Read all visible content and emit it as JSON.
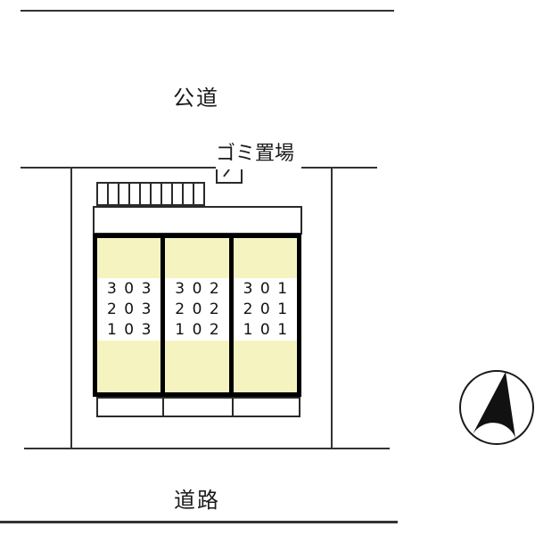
{
  "labels": {
    "public_road": "公道",
    "garbage_area": "ゴミ置場",
    "road": "道路"
  },
  "building": {
    "units": [
      {
        "rooms": [
          "303",
          "203",
          "103"
        ]
      },
      {
        "rooms": [
          "302",
          "202",
          "102"
        ]
      },
      {
        "rooms": [
          "301",
          "201",
          "101"
        ]
      }
    ],
    "bike_rack_cells": 10,
    "porch_cells": 3
  },
  "icons": {
    "compass": "north-arrow-icon"
  },
  "colors": {
    "background": "#FFFFFF",
    "unit_fill": "#F5F4C0",
    "line": "#333333",
    "building_border": "#000000",
    "text": "#1A1A1A"
  }
}
